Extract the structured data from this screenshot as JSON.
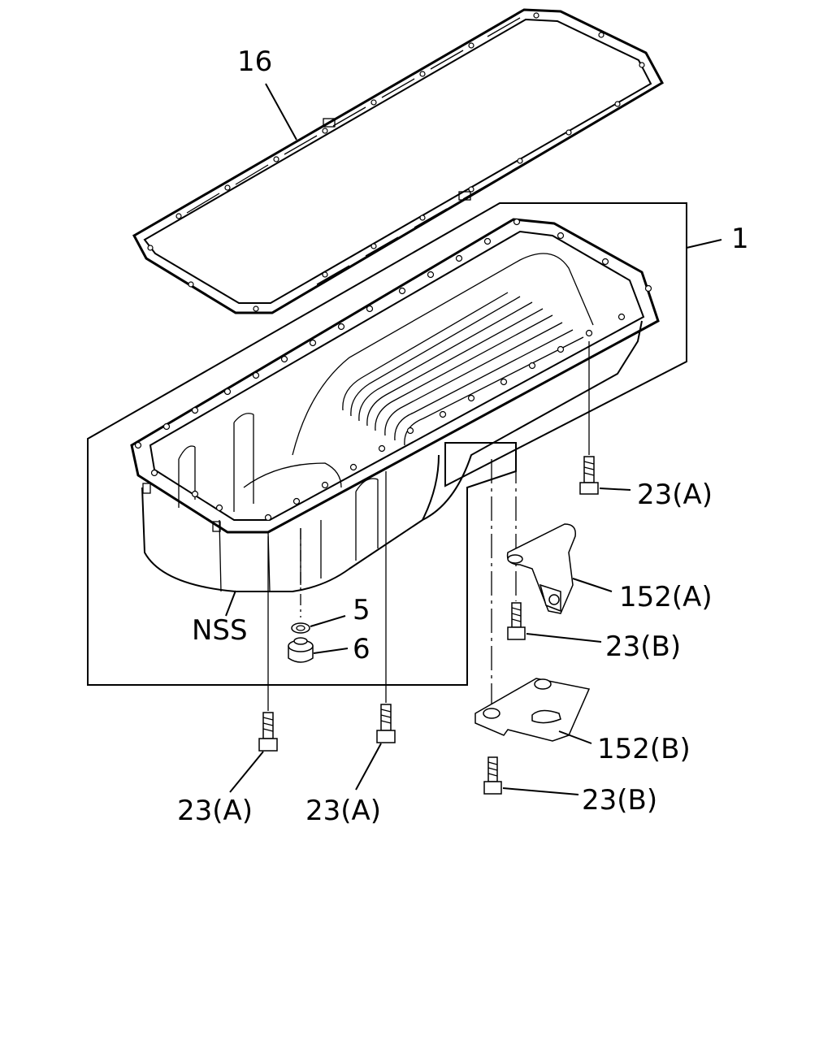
{
  "callouts": {
    "gasket": "16",
    "pan_assembly": "1",
    "nss": "NSS",
    "washer": "5",
    "drain_plug": "6",
    "bolt_a_right": "23(A)",
    "bolt_a_left": "23(A)",
    "bolt_a_mid": "23(A)",
    "bracket_a": "152(A)",
    "bolt_b_upper": "23(B)",
    "bracket_b": "152(B)",
    "bolt_b_lower": "23(B)"
  }
}
